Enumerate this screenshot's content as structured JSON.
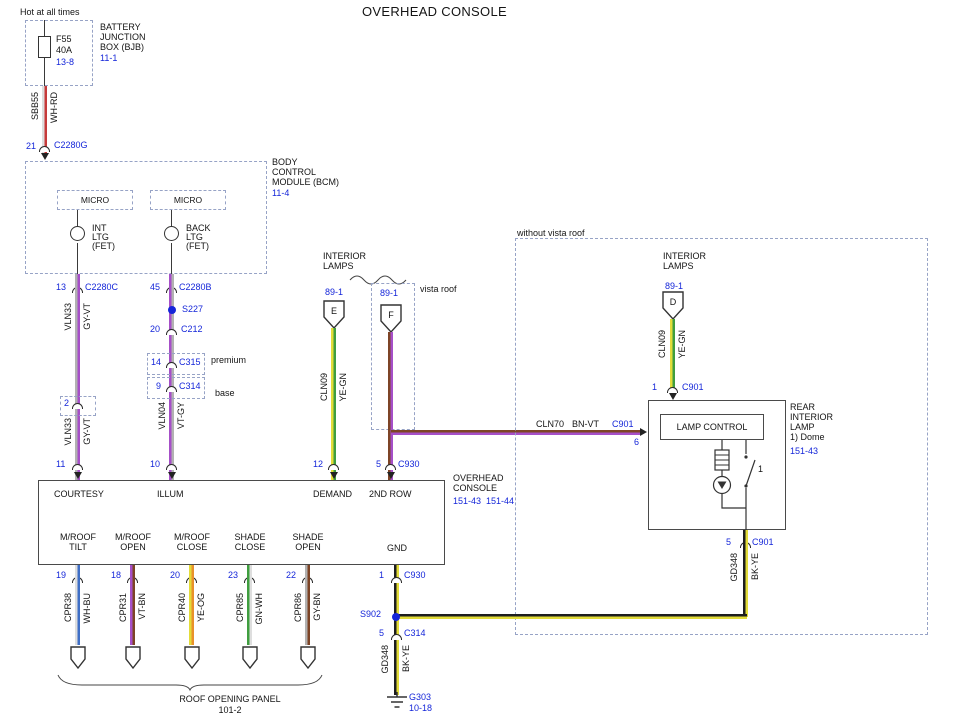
{
  "title": "OVERHEAD CONSOLE",
  "colors": {
    "ref-blue": "#1526d9",
    "dash": "#97a3c6",
    "wh": "#dedede",
    "rd": "#c63a3a",
    "gy": "#b2b2b2",
    "vt": "#a64fc8",
    "ye": "#e3dc39",
    "gn": "#3f9e3f",
    "bn": "#7d4426",
    "bu": "#3f6fc6",
    "og": "#e8912c",
    "bk": "#1e1e1e"
  },
  "bjb": {
    "hot": "Hot at all times",
    "fuse": "F55",
    "amp": "40A",
    "ref": "13-8",
    "name0": "BATTERY",
    "name1": "JUNCTION",
    "name2": "BOX (BJB)",
    "page": "11-1"
  },
  "feed": {
    "pin": "21",
    "conn": "C2280G",
    "circuit": "SBB55",
    "color": "WH-RD"
  },
  "bcm": {
    "name0": "BODY",
    "name1": "CONTROL",
    "name2": "MODULE (BCM)",
    "page": "11-4",
    "micro": "MICRO",
    "fet1a": "INT",
    "fet1b": "LTG",
    "fet1c": "(FET)",
    "fet2a": "BACK",
    "fet2b": "LTG",
    "fet2c": "(FET)",
    "pin1": "13",
    "conn1": "C2280C",
    "pin2": "45",
    "conn2": "C2280B"
  },
  "leftwire": {
    "circuit": "VLN33",
    "color": "GY-VT",
    "midpin": "2",
    "pin": "11"
  },
  "rightwire": {
    "splice": "S227",
    "pin_c212": "20",
    "c212": "C212",
    "pin_c315": "14",
    "c315": "C315",
    "premium": "premium",
    "pin_c314": "9",
    "c314": "C314",
    "base": "base",
    "circuit": "VLN04",
    "color": "VT-GY",
    "pin": "10"
  },
  "lampE": {
    "name0": "INTERIOR",
    "name1": "LAMPS",
    "page": "89-1",
    "letter": "E",
    "circuit": "CLN09",
    "color": "YE-GN",
    "pin": "12"
  },
  "lampF": {
    "page": "89-1",
    "letter": "F",
    "vista": "vista roof",
    "pin": "5",
    "conn": "C930"
  },
  "branch": {
    "circuit": "CLN70",
    "color": "BN-VT",
    "conn": "C901",
    "pin": "6"
  },
  "novista": "without vista roof",
  "lampD": {
    "name0": "INTERIOR",
    "name1": "LAMPS",
    "page": "89-1",
    "letter": "D",
    "circuit": "CLN09",
    "color": "YE-GN",
    "pin": "1",
    "conn": "C901"
  },
  "rearlamp": {
    "control": "LAMP CONTROL",
    "name0": "REAR",
    "name1": "INTERIOR",
    "name2": "LAMP",
    "name3": "1) Dome",
    "page": "151-43",
    "sw": "1",
    "pin": "5",
    "conn": "C901",
    "circuit": "GD348",
    "color": "BK-YE"
  },
  "console": {
    "name0": "OVERHEAD",
    "name1": "CONSOLE",
    "pages": "151-43  151-44",
    "courtesy": "COURTESY",
    "illum": "ILLUM",
    "demand": "DEMAND",
    "row2": "2ND ROW",
    "gnd": "GND",
    "bottomlabels": [
      [
        "M/ROOF",
        "TILT"
      ],
      [
        "M/ROOF",
        "OPEN"
      ],
      [
        "M/ROOF",
        "CLOSE"
      ],
      [
        "SHADE",
        "CLOSE"
      ],
      [
        "SHADE",
        "OPEN"
      ]
    ]
  },
  "bottom": [
    {
      "pin": "19",
      "circuit": "CPR38",
      "color": "WH-BU"
    },
    {
      "pin": "18",
      "circuit": "CPR31",
      "color": "VT-BN"
    },
    {
      "pin": "20",
      "circuit": "CPR40",
      "color": "YE-OG"
    },
    {
      "pin": "23",
      "circuit": "CPR85",
      "color": "GN-WH"
    },
    {
      "pin": "22",
      "circuit": "CPR86",
      "color": "GY-BN"
    }
  ],
  "roofpanel": {
    "name": "ROOF OPENING PANEL",
    "page": "101-2"
  },
  "gndpath": {
    "pin1": "1",
    "conn1": "C930",
    "splice": "S902",
    "pin2": "5",
    "conn2": "C314",
    "circuit": "GD348",
    "color": "BK-YE",
    "g": "G303",
    "gpage": "10-18"
  }
}
